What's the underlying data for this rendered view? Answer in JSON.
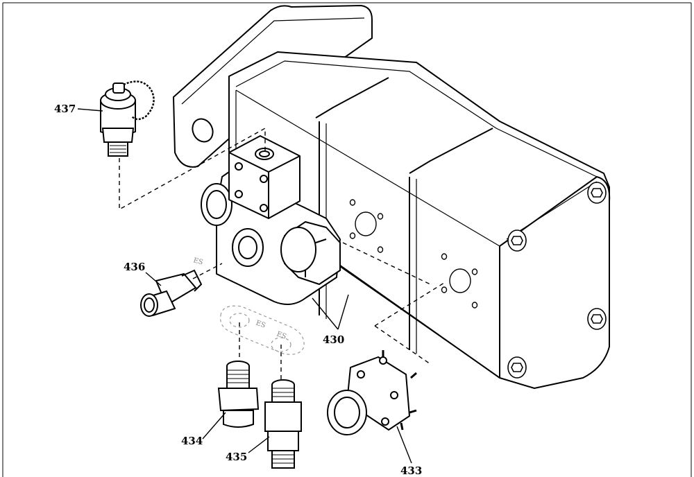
{
  "diagram": {
    "part_labels": {
      "p430": "430",
      "p433": "433",
      "p434": "434",
      "p435": "435",
      "p436": "436",
      "p437": "437"
    },
    "faint_marks": {
      "m1": "ES",
      "m2": "ES",
      "m3": "ES"
    },
    "colors": {
      "line": "#000000",
      "background": "#ffffff",
      "faint": "#888888"
    }
  }
}
